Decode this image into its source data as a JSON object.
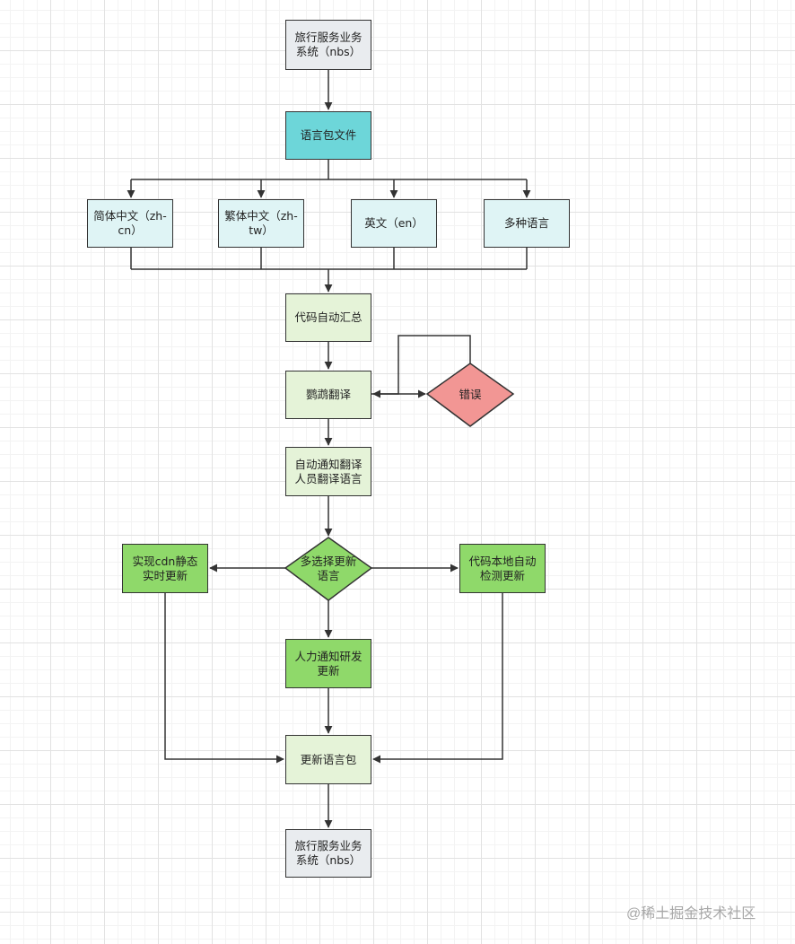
{
  "nodes": {
    "system_top": "旅行服务业务系统（nbs）",
    "lang_pack_file": "语言包文件",
    "lang_zh_cn": "简体中文（zh-cn）",
    "lang_zh_tw": "繁体中文（zh-tw）",
    "lang_en": "英文（en）",
    "lang_multi": "多种语言",
    "auto_collect": "代码自动汇总",
    "translate": "鹦鹉翻译",
    "error": "错误",
    "notify_translators": "自动通知翻译人员翻译语言",
    "choose_update": "多选择更新语言",
    "cdn_update": "实现cdn静态实时更新",
    "local_detect": "代码本地自动检测更新",
    "manual_notify": "人力通知研发更新",
    "update_pack": "更新语言包",
    "system_bottom": "旅行服务业务系统（nbs）"
  },
  "watermark": "@稀土掘金技术社区",
  "colors": {
    "gray": "#e9ecef",
    "teal": "#6dd6d9",
    "light_cyan": "#dff4f5",
    "light_green": "#e5f3d8",
    "green": "#8fd96a",
    "error_red": "#f29694",
    "stroke": "#333333"
  }
}
